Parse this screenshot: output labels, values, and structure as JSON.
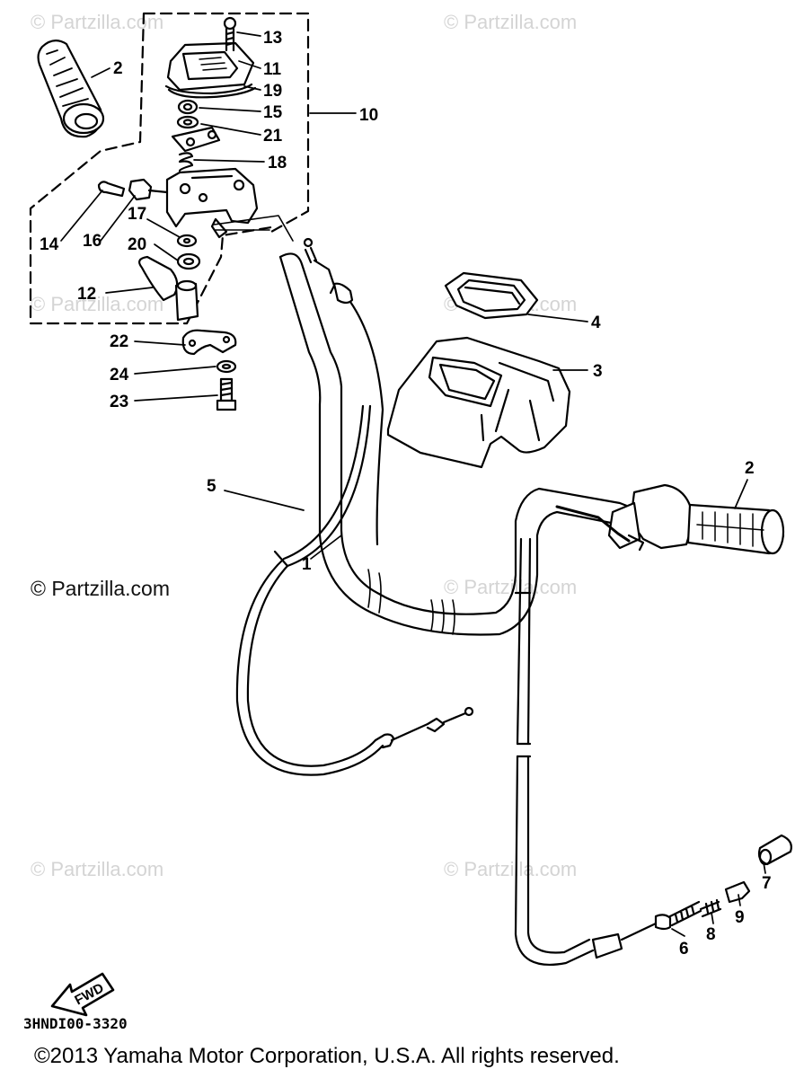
{
  "watermarks": {
    "w1": "© Partzilla.com",
    "w2": "© Partzilla.com",
    "w3": "© Partzilla.com",
    "w4": "© Partzilla.com",
    "w5": "© Partzilla.com",
    "w6": "© Partzilla.com",
    "w7": "© Partzilla.com",
    "main": "© Partzilla.com"
  },
  "callouts": {
    "p1": "1",
    "p2a": "2",
    "p2b": "2",
    "p3": "3",
    "p4": "4",
    "p5": "5",
    "p6": "6",
    "p7": "7",
    "p8": "8",
    "p9": "9",
    "p10": "10",
    "p11": "11",
    "p12": "12",
    "p13": "13",
    "p14": "14",
    "p15": "15",
    "p16": "16",
    "p17": "17",
    "p18": "18",
    "p19": "19",
    "p20": "20",
    "p21": "21",
    "p22": "22",
    "p23": "23",
    "p24": "24"
  },
  "fwd_label": "FWD",
  "diagram_code": "3HNDI00-3320",
  "copyright": "©2013 Yamaha Motor Corporation, U.S.A. All rights reserved.",
  "colors": {
    "ink": "#000000",
    "watermark": "#d4d4d4",
    "background": "#ffffff"
  }
}
